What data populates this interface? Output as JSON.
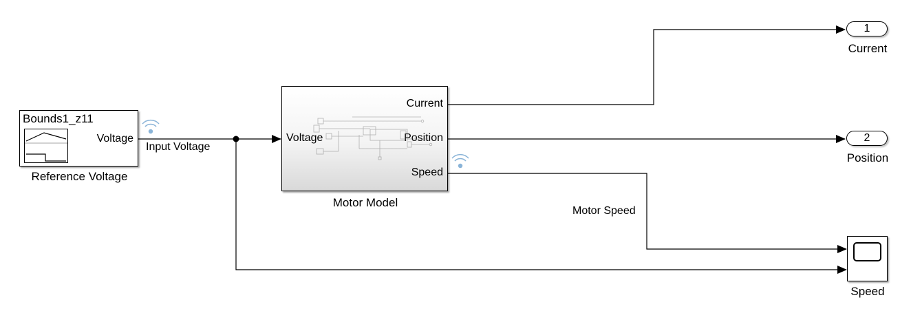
{
  "reference_block": {
    "title": "Bounds1_z11",
    "port_label": "Voltage",
    "name": "Reference Voltage"
  },
  "motor_block": {
    "name": "Motor Model",
    "input_port": "Voltage",
    "output_ports": [
      "Current",
      "Position",
      "Speed"
    ]
  },
  "signals": {
    "input_voltage": "Input Voltage",
    "motor_speed": "Motor Speed"
  },
  "outports": [
    {
      "number": "1",
      "name": "Current"
    },
    {
      "number": "2",
      "name": "Position"
    }
  ],
  "scope_block": {
    "name": "Speed"
  },
  "colors": {
    "line": "#000000",
    "logging_icon": "#8ab4d8"
  }
}
